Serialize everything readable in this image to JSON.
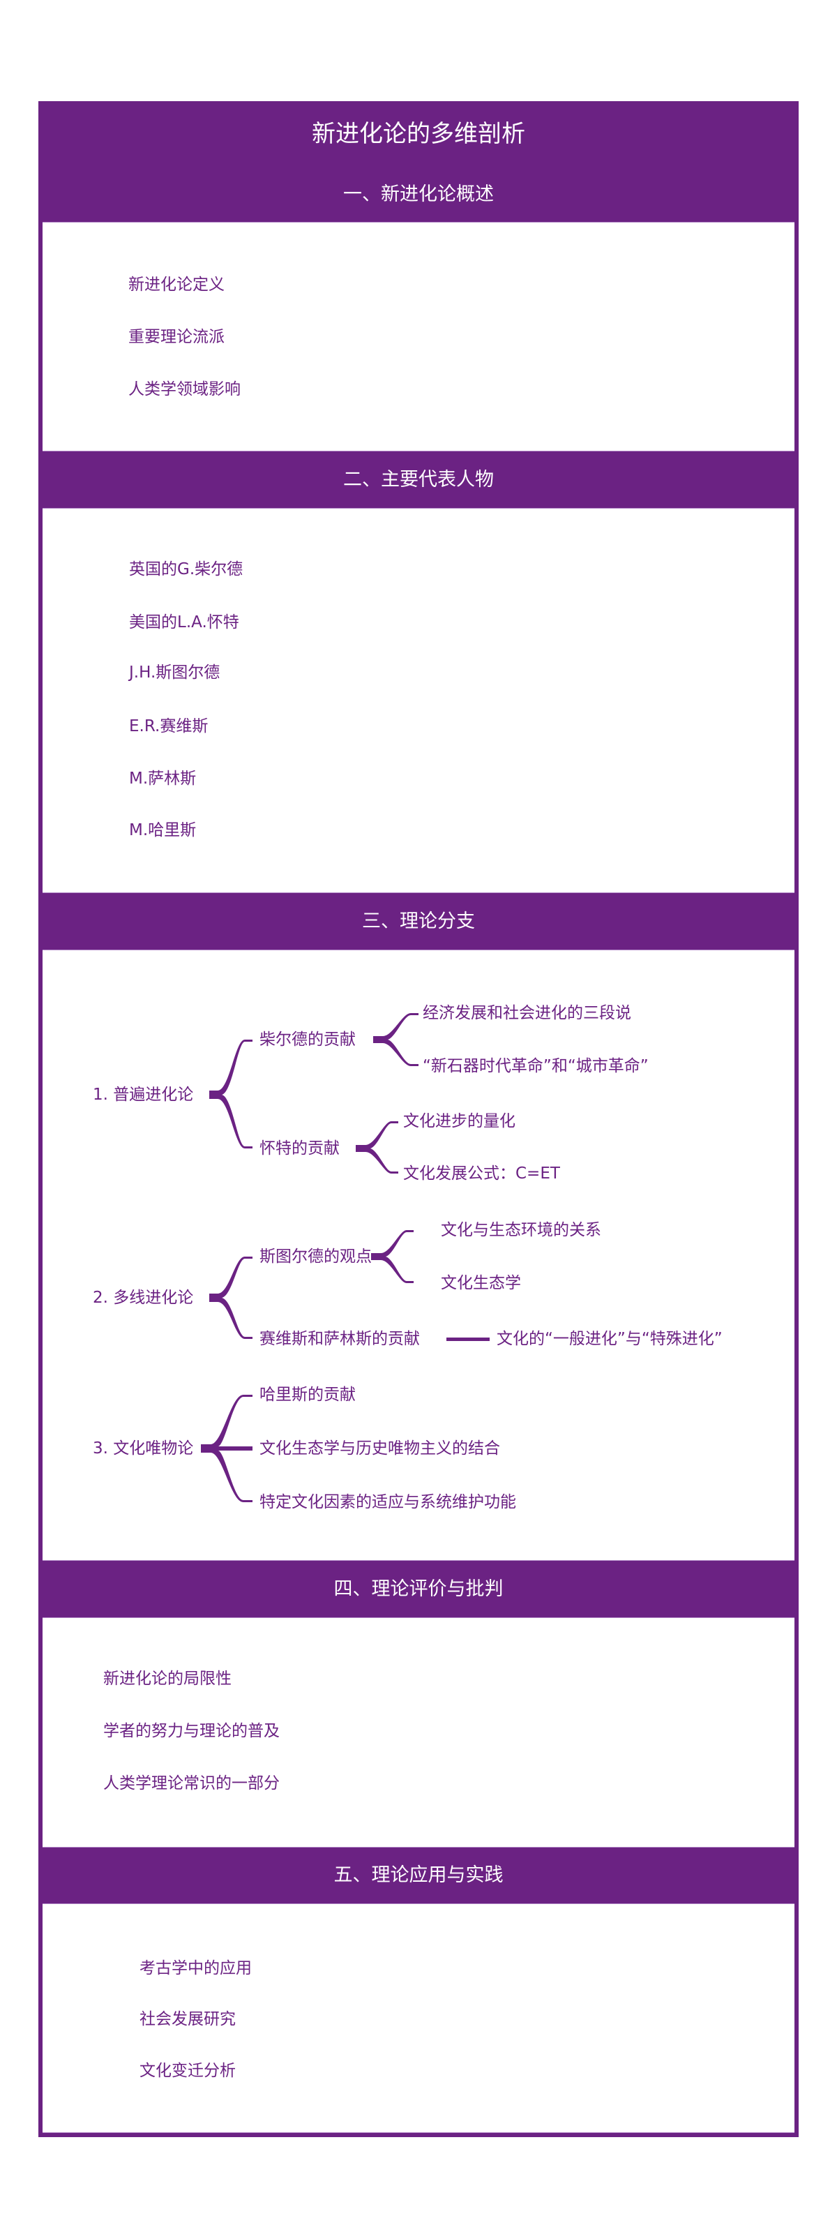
{
  "title": "新进化论的多维剖析",
  "colors": {
    "accent": "#6b2283",
    "background": "#ffffff",
    "header_text": "#ffffff"
  },
  "sections": [
    {
      "heading": "一、新进化论概述",
      "items": [
        "新进化论定义",
        "重要理论流派",
        "人类学领域影响"
      ]
    },
    {
      "heading": "二、主要代表人物",
      "items": [
        "英国的G.柴尔德",
        "美国的L.A.怀特",
        "J.H.斯图尔德",
        "E.R.赛维斯",
        "M.萨林斯",
        "M.哈里斯"
      ]
    },
    {
      "heading": "三、理论分支",
      "mindmap": [
        {
          "label": "1. 普遍进化论",
          "children": [
            {
              "label": "柴尔德的贡献",
              "children": [
                "经济发展和社会进化的三段说",
                "“新石器时代革命”和“城市革命”"
              ]
            },
            {
              "label": "怀特的贡献",
              "children": [
                "文化进步的量化",
                "文化发展公式：C=ET"
              ]
            }
          ]
        },
        {
          "label": "2. 多线进化论",
          "children": [
            {
              "label": "斯图尔德的观点",
              "children": [
                "文化与生态环境的关系",
                "文化生态学"
              ]
            },
            {
              "label": "赛维斯和萨林斯的贡献",
              "children": [
                "文化的“一般进化”与“特殊进化”"
              ]
            }
          ]
        },
        {
          "label": "3. 文化唯物论",
          "children": [
            {
              "label": "哈里斯的贡献"
            },
            {
              "label": "文化生态学与历史唯物主义的结合"
            },
            {
              "label": "特定文化因素的适应与系统维护功能"
            }
          ]
        }
      ]
    },
    {
      "heading": "四、理论评价与批判",
      "items": [
        "新进化论的局限性",
        "学者的努力与理论的普及",
        "人类学理论常识的一部分"
      ]
    },
    {
      "heading": "五、理论应用与实践",
      "items": [
        "考古学中的应用",
        "社会发展研究",
        "文化变迁分析"
      ]
    }
  ]
}
